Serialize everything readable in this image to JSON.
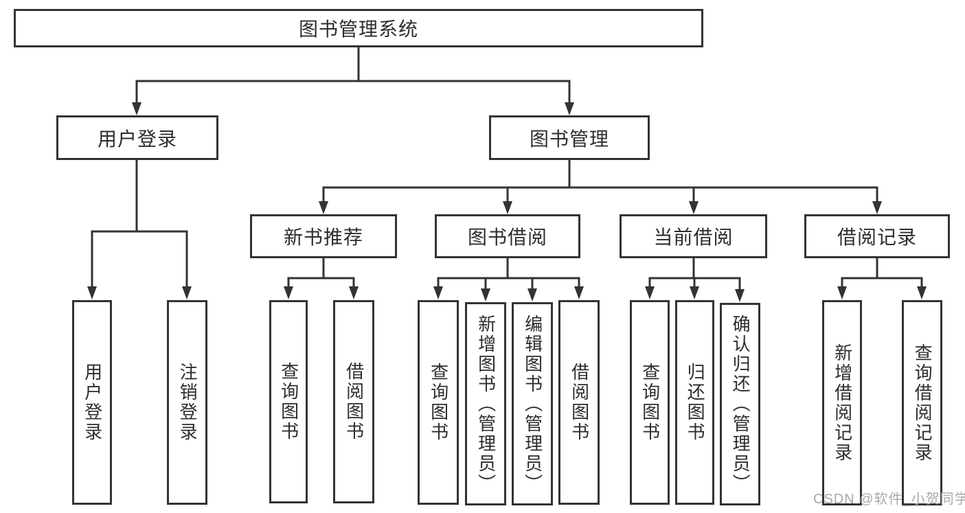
{
  "diagram": {
    "root": {
      "label": "图书管理系统"
    },
    "branches": [
      {
        "label": "用户登录",
        "children": [
          {
            "label": "用户登录"
          },
          {
            "label": "注销登录"
          }
        ]
      },
      {
        "label": "图书管理",
        "children": [
          {
            "label": "新书推荐",
            "children": [
              {
                "label": "查询图书"
              },
              {
                "label": "借阅图书"
              }
            ]
          },
          {
            "label": "图书借阅",
            "children": [
              {
                "label": "查询图书"
              },
              {
                "label": "新增图书（管理员）"
              },
              {
                "label": "编辑图书（管理员）"
              },
              {
                "label": "借阅图书"
              }
            ]
          },
          {
            "label": "当前借阅",
            "children": [
              {
                "label": "查询图书"
              },
              {
                "label": "归还图书"
              },
              {
                "label": "确认归还（管理员）"
              }
            ]
          },
          {
            "label": "借阅记录",
            "children": [
              {
                "label": "新增借阅记录"
              },
              {
                "label": "查询借阅记录"
              }
            ]
          }
        ]
      }
    ]
  },
  "watermark": {
    "text": "CSDN @软件_小贺同学"
  },
  "colors": {
    "line": "#333333",
    "box_border": "#333333",
    "box_background": "#ffffff",
    "text": "#2d2d2d",
    "watermark_text": "#aaa8a8",
    "page_background": "#ffffff"
  }
}
